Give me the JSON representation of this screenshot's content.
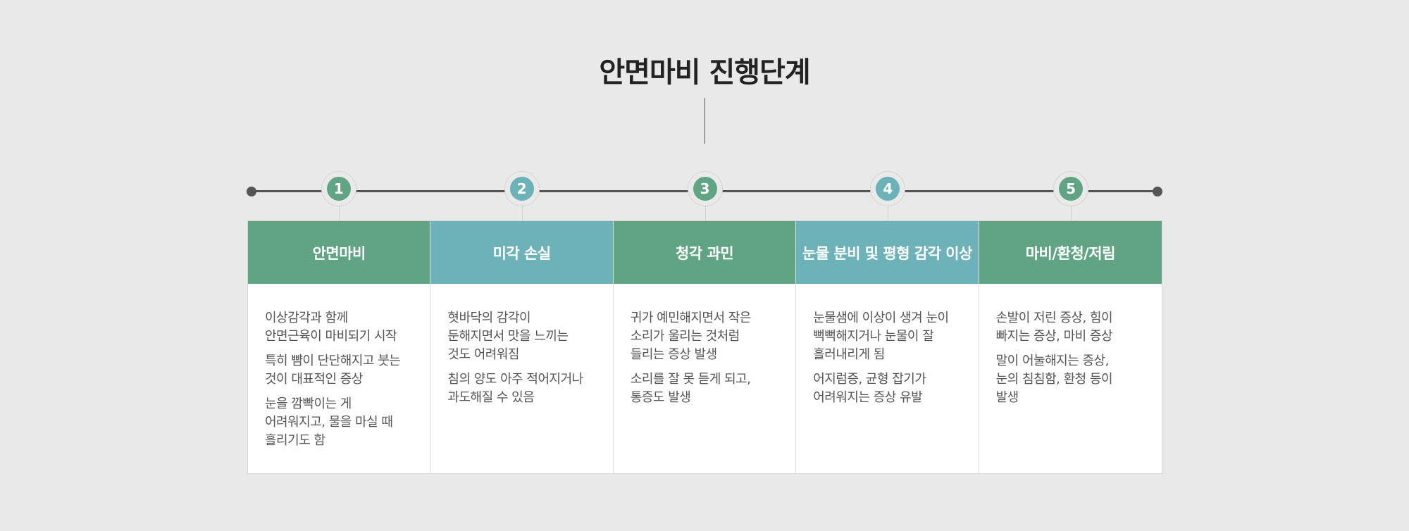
{
  "title": "안면마비 진행단계",
  "colors": {
    "background": "#e9e9e9",
    "green": "#60a483",
    "teal": "#6cb2b8",
    "line": "#555555",
    "body_text": "#555555"
  },
  "steps": [
    {
      "number": "1",
      "color": "green",
      "label": "안면마비",
      "lines": [
        "이상감각과 함께\n안면근육이 마비되기 시작",
        "특히 뺨이 단단해지고 붓는\n것이 대표적인 증상",
        "눈을 깜빡이는 게\n어려워지고, 물을 마실 때\n흘리기도 함"
      ]
    },
    {
      "number": "2",
      "color": "teal",
      "label": "미각 손실",
      "lines": [
        "혓바닥의 감각이\n둔해지면서 맛을 느끼는\n것도 어려워짐",
        "침의 양도 아주 적어지거나\n과도해질 수 있음"
      ]
    },
    {
      "number": "3",
      "color": "green",
      "label": "청각 과민",
      "lines": [
        "귀가 예민해지면서 작은\n소리가 울리는 것처럼\n들리는 증상 발생",
        "소리를 잘 못 듣게 되고,\n통증도 발생"
      ]
    },
    {
      "number": "4",
      "color": "teal",
      "label": "눈물 분비 및 평형 감각 이상",
      "lines": [
        "눈물샘에 이상이 생겨 눈이\n뻑뻑해지거나 눈물이 잘\n흘러내리게 됨",
        "어지럼증, 균형 잡기가\n어려워지는 증상 유발"
      ]
    },
    {
      "number": "5",
      "color": "green",
      "label": "마비/환청/저림",
      "lines": [
        "손발이 저린 증상, 힘이\n빠지는 증상, 마비 증상",
        "말이 어눌해지는 증상,\n눈의 침침함, 환청 등이\n발생"
      ]
    }
  ]
}
